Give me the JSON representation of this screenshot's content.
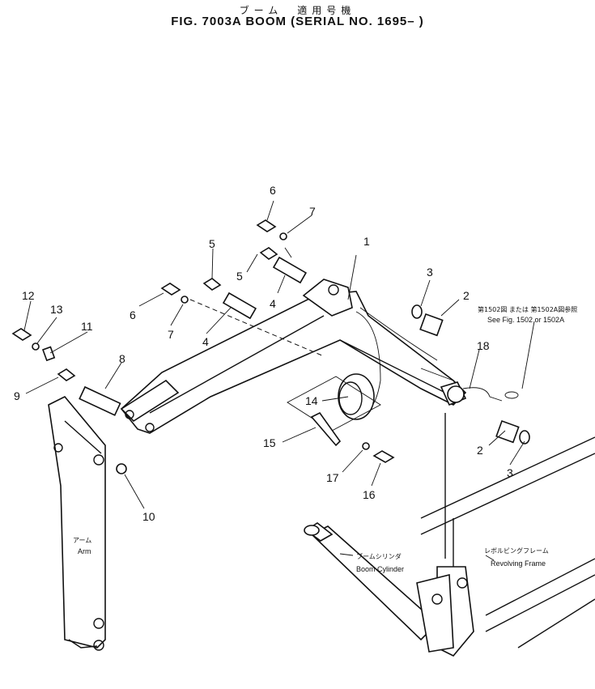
{
  "title_jp": "ブーム　適用号機",
  "title_en": "FIG. 7003A  BOOM  (SERIAL  NO. 1695– )",
  "callouts": [
    "1",
    "2",
    "2",
    "3",
    "3",
    "4",
    "4",
    "5",
    "5",
    "6",
    "6",
    "7",
    "7",
    "8",
    "9",
    "10",
    "11",
    "12",
    "13",
    "14",
    "15",
    "16",
    "17",
    "18"
  ],
  "labels": {
    "arm_jp": "アーム",
    "arm_en": "Arm",
    "cyl_jp": "ブームシリンダ",
    "cyl_en": "Boom Cylinder",
    "frame_jp": "レボルビングフレーム",
    "frame_en": "Revolving Frame",
    "ref_jp": "第1502図 または 第1502A図参照",
    "ref_en": "See Fig. 1502 or 1502A"
  }
}
